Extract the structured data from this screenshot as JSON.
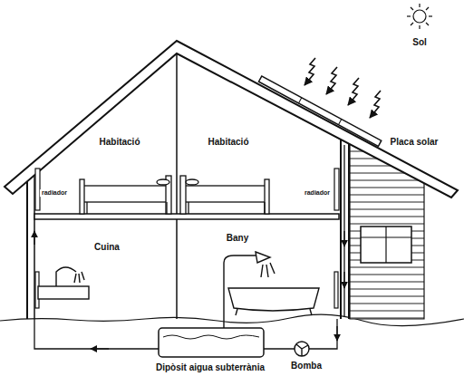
{
  "diagram": {
    "labels": [
      "Sol",
      "Placa solar",
      "Habitació",
      "Habitació",
      "radiador",
      "radiador",
      "Cuina",
      "Bany",
      "Dipòsit aigua subterrània",
      "Bomba"
    ]
  }
}
